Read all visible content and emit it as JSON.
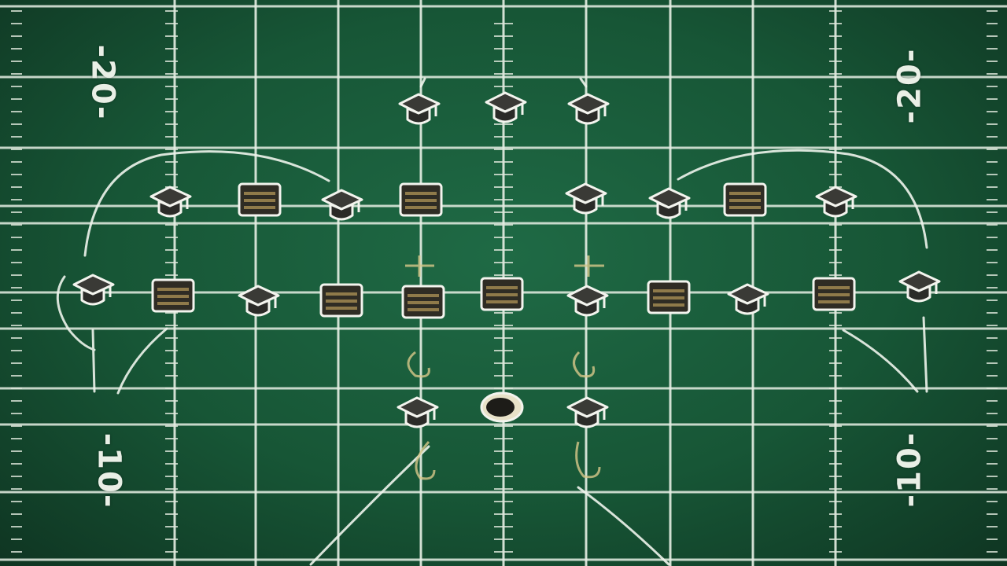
{
  "field": {
    "yard_numbers": {
      "left_top": "-20-",
      "right_top": "-20-",
      "left_bottom": "-10-",
      "right_bottom": "-10-"
    },
    "colors": {
      "turf": "#1a5b3a",
      "lines": "#e6efe4",
      "marker_dark": "#3a3a36",
      "marker_tan": "#8f7a4a"
    }
  },
  "markers": [
    {
      "icon": "graduation-cap-icon"
    },
    {
      "icon": "graduation-cap-icon"
    },
    {
      "icon": "graduation-cap-icon"
    },
    {
      "icon": "graduation-cap-icon"
    },
    {
      "icon": "book-stack-icon"
    },
    {
      "icon": "graduation-cap-icon"
    },
    {
      "icon": "book-stack-icon"
    },
    {
      "icon": "graduation-cap-icon"
    },
    {
      "icon": "graduation-cap-icon"
    },
    {
      "icon": "book-stack-icon"
    },
    {
      "icon": "graduation-cap-icon"
    },
    {
      "icon": "graduation-cap-icon"
    },
    {
      "icon": "book-stack-icon"
    },
    {
      "icon": "graduation-cap-icon"
    },
    {
      "icon": "book-stack-icon"
    },
    {
      "icon": "book-stack-icon"
    },
    {
      "icon": "book-stack-icon"
    },
    {
      "icon": "graduation-cap-icon"
    },
    {
      "icon": "book-stack-icon"
    },
    {
      "icon": "graduation-cap-icon"
    },
    {
      "icon": "book-stack-icon"
    },
    {
      "icon": "graduation-cap-icon"
    },
    {
      "icon": "graduation-cap-icon"
    },
    {
      "icon": "football-icon"
    },
    {
      "icon": "graduation-cap-icon"
    }
  ]
}
